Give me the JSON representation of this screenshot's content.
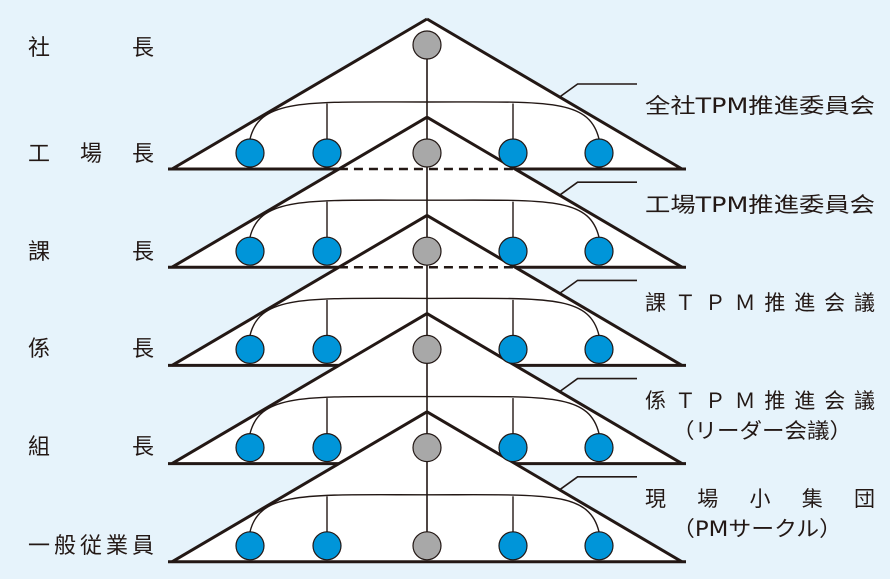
{
  "levels": [
    {
      "role": "社　　長",
      "meeting": [
        "全社TPM推進委員会"
      ]
    },
    {
      "role": "工　場　長",
      "meeting": [
        "工場TPM推進委員会"
      ]
    },
    {
      "role": "課　　長",
      "meeting": [
        "課ＴＰＭ推進会議"
      ]
    },
    {
      "role": "係　　長",
      "meeting": [
        "係ＴＰＭ推進会議",
        "（リーダー会議）"
      ]
    },
    {
      "role": "組　　長",
      "meeting": [
        "現　場　小　集　団",
        "（PMサークル）"
      ]
    },
    {
      "role": "一般従業員",
      "meeting": []
    }
  ],
  "colors": {
    "background": "#e6f3fb",
    "member": "#0095d9",
    "leader": "#a8a8a8",
    "line": "#231815"
  }
}
